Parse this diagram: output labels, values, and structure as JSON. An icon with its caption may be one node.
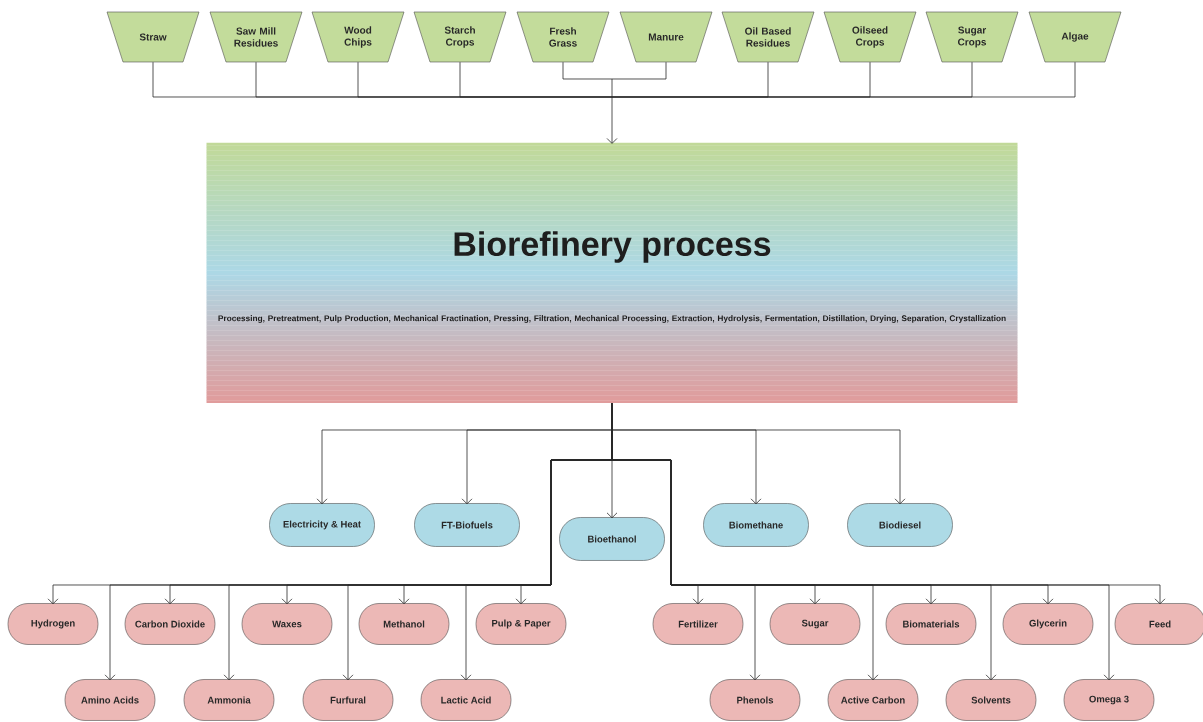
{
  "diagram": {
    "nodes": [
      {
        "text": [
          "Straw"
        ]
      },
      {
        "text": [
          "Saw Mill Residues"
        ]
      },
      {
        "text": [
          "Wood Chips"
        ]
      },
      {
        "text": [
          "Starch Crops"
        ]
      },
      {
        "text": [
          "Fresh Grass"
        ]
      },
      {
        "text": [
          "Manure"
        ]
      },
      {
        "text": [
          "Oil Based Residues"
        ]
      },
      {
        "text": [
          "Oilseed Crops"
        ]
      },
      {
        "text": [
          "Sugar Crops"
        ]
      },
      {
        "text": [
          "Algae"
        ]
      },
      {
        "text": [
          "Biorefinery process",
          "Processing, Pretreatment, Pulp Production, Mechanical Fractination, Pressing, Filtration, Mechanical Processing, Extraction, Hydrolysis, Fermentation, Distillation, Drying, Separation, Crystallization"
        ]
      },
      {
        "text": [
          "Electricity & Heat"
        ]
      },
      {
        "text": [
          "FT-Biofuels"
        ]
      },
      {
        "text": [
          "Bioethanol"
        ]
      },
      {
        "text": [
          "Biomethane"
        ]
      },
      {
        "text": [
          "Biodiesel"
        ]
      },
      {
        "text": [
          "Hydrogen"
        ]
      },
      {
        "text": [
          "Carbon Dioxide"
        ]
      },
      {
        "text": [
          "Waxes"
        ]
      },
      {
        "text": [
          "Methanol"
        ]
      },
      {
        "text": [
          "Pulp & Paper"
        ]
      },
      {
        "text": [
          "Fertilizer"
        ]
      },
      {
        "text": [
          "Sugar"
        ]
      },
      {
        "text": [
          "Biomaterials"
        ]
      },
      {
        "text": [
          "Glycerin"
        ]
      },
      {
        "text": [
          "Feed"
        ]
      },
      {
        "text": [
          "Amino Acids"
        ]
      },
      {
        "text": [
          "Ammonia"
        ]
      },
      {
        "text": [
          "Furfural"
        ]
      },
      {
        "text": [
          "Lactic Acid"
        ]
      },
      {
        "text": [
          "Phenols"
        ]
      },
      {
        "text": [
          "Active Carbon"
        ]
      },
      {
        "text": [
          "Solvents"
        ]
      },
      {
        "text": [
          "Omega 3"
        ]
      }
    ],
    "edges": [
      {
        "from": 0,
        "to": 10,
        "arrow": "to"
      },
      {
        "from": 1,
        "to": 10,
        "arrow": "to"
      },
      {
        "from": 2,
        "to": 10,
        "arrow": "to"
      },
      {
        "from": 3,
        "to": 10,
        "arrow": "to"
      },
      {
        "from": 4,
        "to": 10,
        "arrow": "to"
      },
      {
        "from": 5,
        "to": 10,
        "arrow": "to"
      },
      {
        "from": 6,
        "to": 10,
        "arrow": "to"
      },
      {
        "from": 7,
        "to": 10,
        "arrow": "to"
      },
      {
        "from": 8,
        "to": 10,
        "arrow": "to"
      },
      {
        "from": 9,
        "to": 10,
        "arrow": "to"
      },
      {
        "from": 10,
        "to": 11,
        "arrow": "to"
      },
      {
        "from": 10,
        "to": 12,
        "arrow": "to"
      },
      {
        "from": 10,
        "to": 13,
        "arrow": "to"
      },
      {
        "from": 10,
        "to": 14,
        "arrow": "to"
      },
      {
        "from": 10,
        "to": 15,
        "arrow": "to"
      },
      {
        "from": 10,
        "to": 16,
        "arrow": "to"
      },
      {
        "from": 10,
        "to": 17,
        "arrow": "to"
      },
      {
        "from": 10,
        "to": 18,
        "arrow": "to"
      },
      {
        "from": 10,
        "to": 19,
        "arrow": "to"
      },
      {
        "from": 10,
        "to": 20,
        "arrow": "to"
      },
      {
        "from": 10,
        "to": 21,
        "arrow": "to"
      },
      {
        "from": 10,
        "to": 22,
        "arrow": "to"
      },
      {
        "from": 10,
        "to": 23,
        "arrow": "to"
      },
      {
        "from": 10,
        "to": 24,
        "arrow": "to"
      },
      {
        "from": 10,
        "to": 25,
        "arrow": "to"
      },
      {
        "from": 10,
        "to": 26,
        "arrow": "to"
      },
      {
        "from": 10,
        "to": 27,
        "arrow": "to"
      },
      {
        "from": 10,
        "to": 28,
        "arrow": "to"
      },
      {
        "from": 10,
        "to": 29,
        "arrow": "to"
      },
      {
        "from": 10,
        "to": 30,
        "arrow": "to"
      },
      {
        "from": 10,
        "to": 31,
        "arrow": "to"
      },
      {
        "from": 10,
        "to": 32,
        "arrow": "to"
      },
      {
        "from": 10,
        "to": 33,
        "arrow": "to"
      }
    ]
  }
}
